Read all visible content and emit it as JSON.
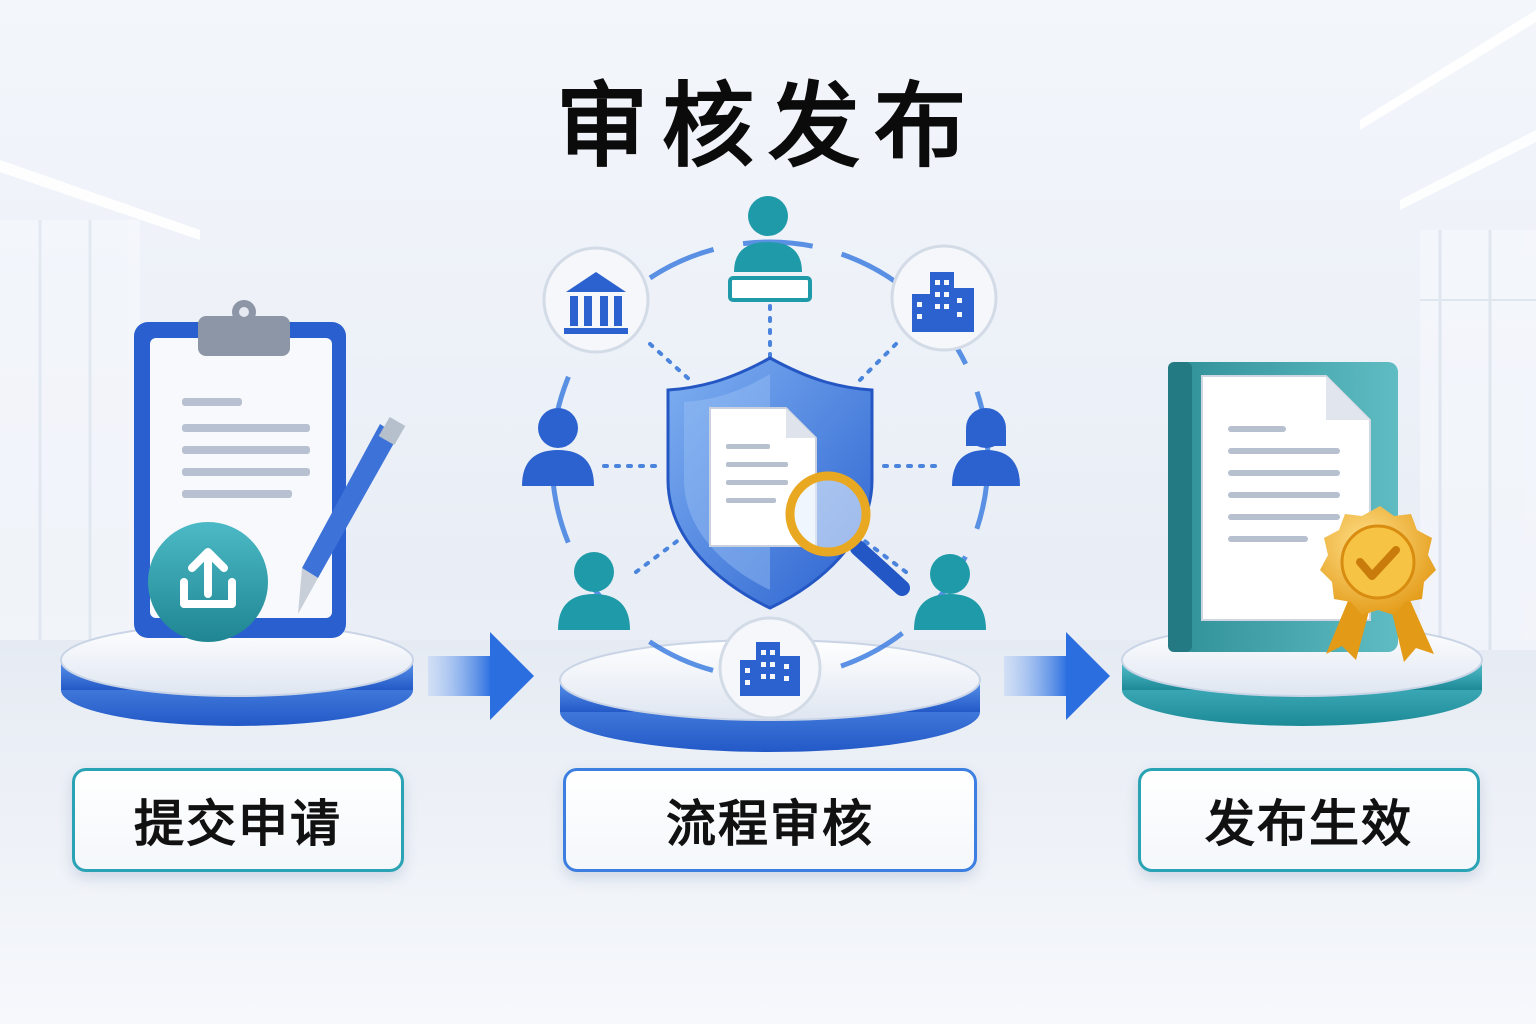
{
  "title": "审核发布",
  "steps": [
    {
      "label": "提交申请"
    },
    {
      "label": "流程审核"
    },
    {
      "label": "发布生效"
    }
  ],
  "colors": {
    "blue": "#2f6fd6",
    "teal": "#2aa3b5",
    "gold": "#f0b429"
  }
}
